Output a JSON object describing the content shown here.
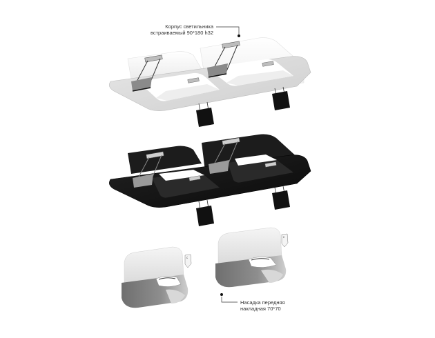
{
  "callouts": {
    "top": {
      "line1": "Корпус светильника",
      "line2": "встраиваемый 90*180 h32"
    },
    "bottom": {
      "line1": "Насадка передняя",
      "line2": "накладная 70*70"
    }
  },
  "components": [
    {
      "name": "housing-white",
      "color": "#f2f2f2",
      "frame_color": "#d8d8d8"
    },
    {
      "name": "housing-black",
      "color": "#1a1a1a",
      "frame_color": "#0d0d0d"
    },
    {
      "name": "front-attachment-left",
      "color": "#e8e8e8",
      "inner_color": "#8a8a8a"
    },
    {
      "name": "front-attachment-right",
      "color": "#e8e8e8",
      "inner_color": "#8a8a8a"
    }
  ],
  "colors": {
    "background": "#ffffff",
    "leader_line": "#333333",
    "text": "#333333"
  }
}
